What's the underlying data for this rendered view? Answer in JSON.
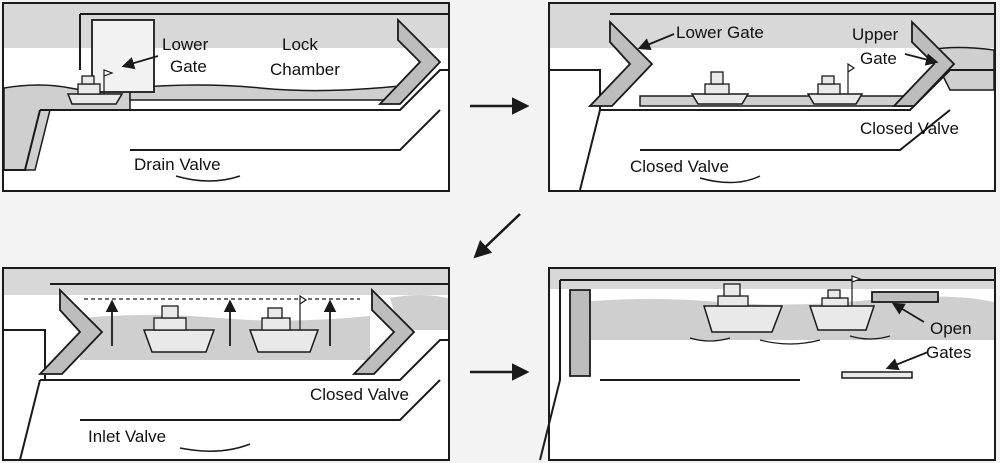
{
  "panels": [
    {
      "id": "panel-1",
      "labels": {
        "lower_gate": [
          "Lower",
          "Gate"
        ],
        "lock_chamber": [
          "Lock",
          "Chamber"
        ],
        "drain_valve": "Drain Valve"
      }
    },
    {
      "id": "panel-2",
      "labels": {
        "lower_gate": "Lower Gate",
        "upper_gate": [
          "Upper",
          "Gate"
        ],
        "closed_valve_right": "Closed Valve",
        "closed_valve_left": "Closed Valve"
      }
    },
    {
      "id": "panel-3",
      "labels": {
        "closed_valve": "Closed Valve",
        "inlet_valve": "Inlet Valve"
      }
    },
    {
      "id": "panel-4",
      "labels": {
        "open_gates": [
          "Open",
          "Gates"
        ]
      }
    }
  ],
  "arrows": [
    "right",
    "down-left",
    "right"
  ],
  "colors": {
    "line": "#1a1a1a",
    "water": "#cfcfcf",
    "gate": "#bdbdbd",
    "hull": "#e9e9e9",
    "panel_bg": "#ffffff",
    "shadow": "#dcdcdc"
  }
}
